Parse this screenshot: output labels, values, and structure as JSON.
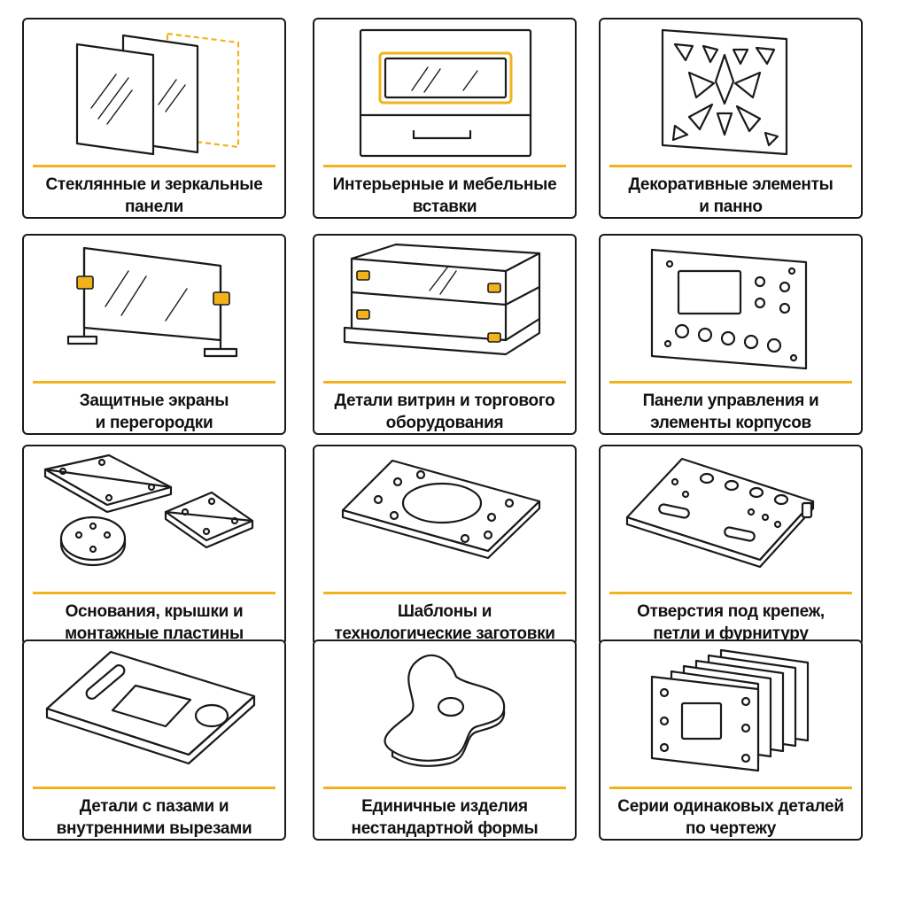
{
  "accent_color": "#f2b21c",
  "cards": [
    {
      "id": "glass-panels",
      "icon": "glass-panels-icon",
      "lines": [
        "Стеклянные и зеркальные",
        "панели"
      ]
    },
    {
      "id": "furniture-inserts",
      "icon": "cabinet-insert-icon",
      "lines": [
        "Интерьерные и мебельные",
        "вставки"
      ]
    },
    {
      "id": "decorative-panels",
      "icon": "decorative-lattice-icon",
      "lines": [
        "Декоративные элементы",
        "и панно"
      ]
    },
    {
      "id": "protective-screens",
      "icon": "protective-screen-icon",
      "lines": [
        "Защитные экраны",
        "и перегородки"
      ]
    },
    {
      "id": "showcase-parts",
      "icon": "showcase-icon",
      "lines": [
        "Детали витрин и торгового",
        "оборудования"
      ]
    },
    {
      "id": "control-panels",
      "icon": "control-panel-icon",
      "lines": [
        "Панели управления и",
        "элементы корпусов"
      ]
    },
    {
      "id": "mounting-plates",
      "icon": "mounting-plates-icon",
      "lines": [
        "Основания, крышки и",
        "монтажные пластины"
      ]
    },
    {
      "id": "templates",
      "icon": "template-blank-icon",
      "lines": [
        "Шаблоны и",
        "технологические заготовки"
      ]
    },
    {
      "id": "fastener-holes",
      "icon": "drilled-plate-icon",
      "lines": [
        "Отверстия под крепеж,",
        "петли и фурнитуру"
      ]
    },
    {
      "id": "slotted-parts",
      "icon": "slotted-plate-icon",
      "lines": [
        "Детали с пазами и",
        "внутренними вырезами"
      ]
    },
    {
      "id": "custom-shapes",
      "icon": "freeform-shape-icon",
      "lines": [
        "Единичные изделия",
        "нестандартной формы"
      ]
    },
    {
      "id": "serial-parts",
      "icon": "stacked-parts-icon",
      "lines": [
        "Серии одинаковых деталей",
        "по чертежу"
      ]
    }
  ]
}
